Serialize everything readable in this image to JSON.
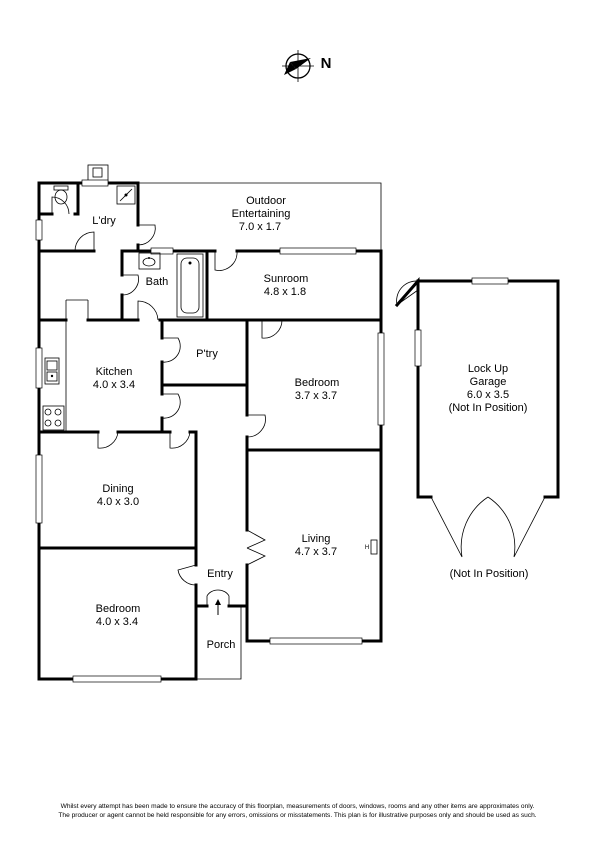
{
  "compass": {
    "label": "N",
    "icon": "north-arrow-icon"
  },
  "rooms": {
    "outdoor": {
      "name1": "Outdoor",
      "name2": "Entertaining",
      "size": "7.0 x 1.7"
    },
    "laundry": {
      "name": "L'dry"
    },
    "bath": {
      "name": "Bath"
    },
    "sunroom": {
      "name": "Sunroom",
      "size": "4.8 x 1.8"
    },
    "pantry": {
      "name": "P'try"
    },
    "kitchen": {
      "name": "Kitchen",
      "size": "4.0 x 3.4"
    },
    "bedroom_east": {
      "name": "Bedroom",
      "size": "3.7 x 3.7"
    },
    "dining": {
      "name": "Dining",
      "size": "4.0 x 3.0"
    },
    "living": {
      "name": "Living",
      "size": "4.7 x 3.7",
      "heater": "H"
    },
    "entry": {
      "name": "Entry"
    },
    "bedroom_front": {
      "name": "Bedroom",
      "size": "4.0 x 3.4"
    },
    "porch": {
      "name": "Porch"
    },
    "garage": {
      "name1": "Lock Up",
      "name2": "Garage",
      "size": "6.0 x 3.5",
      "note": "(Not In Position)"
    }
  },
  "garage_doors_note": "(Not In Position)",
  "disclaimer": {
    "line1": "Whilst every attempt has been made to ensure the accuracy of this floorplan, measurements of doors, windows, rooms and any other items are approximates only.",
    "line2": "The producer or agent cannot be held responsible for any errors, omissions or misstatements. This plan is for illustrative purposes only and should be used as such."
  }
}
